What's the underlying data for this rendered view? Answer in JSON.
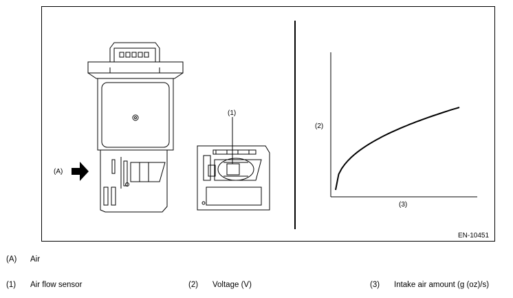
{
  "figure": {
    "callout_sensor": "(1)",
    "callout_air": "(A)",
    "axis_y_callout": "(2)",
    "axis_x_callout": "(3)",
    "figure_id": "EN-10451",
    "connector_pins": 5
  },
  "legend": {
    "air": {
      "code": "(A)",
      "text": "Air"
    },
    "items": [
      {
        "code": "(1)",
        "text": "Air flow sensor"
      },
      {
        "code": "(2)",
        "text": "Voltage (V)"
      },
      {
        "code": "(3)",
        "text": "Intake air amount (g (oz)/s)"
      }
    ]
  }
}
